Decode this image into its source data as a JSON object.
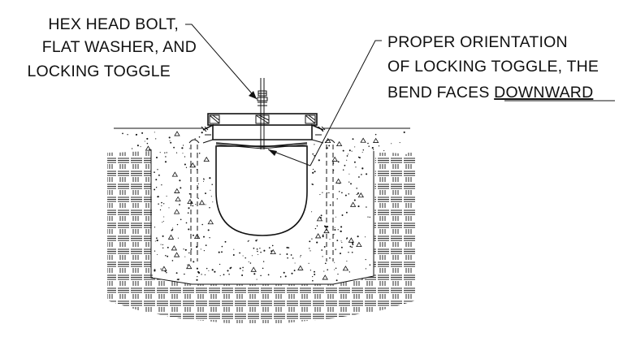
{
  "callouts": {
    "left": {
      "line1": "HEX HEAD BOLT,",
      "line2": "FLAT WASHER, AND",
      "line3": "LOCKING TOGGLE"
    },
    "right": {
      "line1": "PROPER ORIENTATION",
      "line2": "OF LOCKING TOGGLE, THE",
      "line3_prefix": "BEND FACES ",
      "line3_underlined": "DOWNWARD"
    }
  },
  "materials": {
    "concrete": "stippled concrete encasement",
    "soil": "crosshatched native soil"
  },
  "colors": {
    "line": "#111111",
    "background": "#ffffff"
  }
}
